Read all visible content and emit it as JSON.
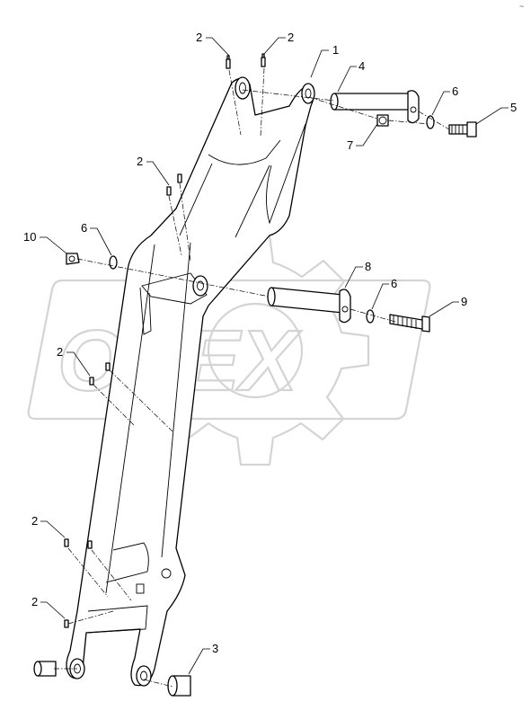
{
  "watermark": {
    "text": "OPEX"
  },
  "corner_mark": "~",
  "callouts": [
    {
      "id": "c1",
      "label": "1"
    },
    {
      "id": "c2a",
      "label": "2"
    },
    {
      "id": "c2b",
      "label": "2"
    },
    {
      "id": "c2c",
      "label": "2"
    },
    {
      "id": "c2d",
      "label": "2"
    },
    {
      "id": "c2e",
      "label": "2"
    },
    {
      "id": "c2f",
      "label": "2"
    },
    {
      "id": "c3",
      "label": "3"
    },
    {
      "id": "c4",
      "label": "4"
    },
    {
      "id": "c5",
      "label": "5"
    },
    {
      "id": "c6a",
      "label": "6"
    },
    {
      "id": "c6b",
      "label": "6"
    },
    {
      "id": "c6c",
      "label": "6"
    },
    {
      "id": "c7",
      "label": "7"
    },
    {
      "id": "c8",
      "label": "8"
    },
    {
      "id": "c9",
      "label": "9"
    },
    {
      "id": "c10",
      "label": "10"
    }
  ]
}
